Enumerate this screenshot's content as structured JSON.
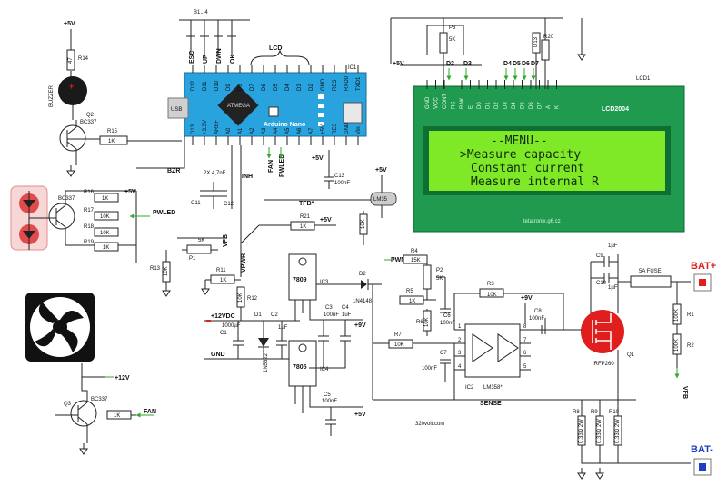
{
  "nano": {
    "title": "Arduino Nano",
    "ref": "IC1",
    "usb": "USB",
    "chip": "ATMEGA",
    "top_pins": [
      "D12",
      "D11",
      "D10",
      "D9",
      "D8",
      "D7",
      "D6",
      "D5",
      "D4",
      "D3",
      "D2",
      "GND",
      "RES",
      "RXD0",
      "TXD1"
    ],
    "bottom_pins": [
      "D13",
      "+3.3V",
      "AREF",
      "A0",
      "A1",
      "A2",
      "A3",
      "A4",
      "A5",
      "A6",
      "A7",
      "+5V",
      "RES",
      "GND",
      "Vin"
    ]
  },
  "buttons": {
    "ref": "B1...4",
    "esc": "ESC",
    "up": "UP",
    "dwn": "DWN",
    "ok": "OK"
  },
  "lcd_bus": {
    "label": "LCD"
  },
  "lcd": {
    "model": "LCD2004",
    "ref": "LCD1",
    "credit": "tetatronix.g6.cz",
    "lines": [
      "--MENU--",
      ">Measure capacity",
      "Constant current",
      "Measure internal R"
    ],
    "pins": [
      "GND",
      "VCC",
      "CONT",
      "RS",
      "R/W",
      "E",
      "D0",
      "D1",
      "D2",
      "D3",
      "D4",
      "D5",
      "D6",
      "D7",
      "A",
      "K"
    ],
    "data_labels": [
      "D2",
      "D3",
      "D4",
      "D5",
      "D6",
      "D7"
    ]
  },
  "rails": {
    "plus5v": "+5V",
    "plus9v": "+9V",
    "plus12v": "+12V"
  },
  "power": {
    "vin": "+12VDC",
    "gnd": "GND"
  },
  "nets": {
    "bzr": "BZR",
    "pwled": "PWLED",
    "fan": "FAN",
    "inh": "INH",
    "vfb": "VFB",
    "vpwr": "VPWR",
    "tfb": "TFB*",
    "pwm": "PWM",
    "sense": "SENSE"
  },
  "buzzer": {
    "label": "BUZZER",
    "plus": "+"
  },
  "battery": {
    "plus": "BAT+",
    "minus": "BAT-"
  },
  "credits": {
    "site": "320volt.com"
  },
  "parts": {
    "p3": {
      "ref": "P3",
      "value": "5K"
    },
    "d13": {
      "ref": "D13"
    },
    "r20": {
      "ref": "R20"
    },
    "r14": {
      "ref": "R14",
      "value": "47"
    },
    "r15": {
      "ref": "R15",
      "value": "1K"
    },
    "q2": {
      "ref": "Q2",
      "model": "BC337"
    },
    "q_led": {
      "model": "BC337"
    },
    "r16": {
      "ref": "R16",
      "value": "1K"
    },
    "r17": {
      "ref": "R17",
      "value": "10K"
    },
    "r18": {
      "ref": "R18",
      "value": "10K"
    },
    "r19": {
      "ref": "R19",
      "value": "1K"
    },
    "q3": {
      "ref": "Q3",
      "model": "BC337"
    },
    "r_fan": {
      "value": "1K"
    },
    "c11c12": {
      "label": "2X 4,7nF"
    },
    "c11": {
      "ref": "C11"
    },
    "c12": {
      "ref": "C12"
    },
    "p1": {
      "ref": "P1",
      "value": "5K"
    },
    "r13": {
      "ref": "R13",
      "value": "10K"
    },
    "r11": {
      "ref": "R11",
      "value": "1K"
    },
    "r12": {
      "ref": "R12",
      "value": "10K"
    },
    "c1": {
      "ref": "C1",
      "value": "1000µF"
    },
    "d1": {
      "ref": "D1",
      "model": "1N5822"
    },
    "c2": {
      "ref": "C2",
      "value": "1µF"
    },
    "ic3": {
      "ref": "IC3",
      "model": "7809"
    },
    "ic4": {
      "ref": "IC4",
      "model": "7805"
    },
    "c3": {
      "ref": "C3",
      "value": "100nF"
    },
    "c4": {
      "ref": "C4",
      "value": "1uF"
    },
    "c5": {
      "ref": "C5",
      "value": "100nF"
    },
    "lm35": {
      "model": "LM35"
    },
    "r_lm35": {
      "value": "10K"
    },
    "r21": {
      "ref": "R21",
      "value": "1K"
    },
    "c13": {
      "ref": "C13",
      "value": "100nF"
    },
    "d2": {
      "ref": "D2",
      "model": "1N4148"
    },
    "r4": {
      "ref": "R4",
      "value": "15K"
    },
    "p2": {
      "ref": "P2",
      "value": "5K"
    },
    "r5": {
      "ref": "R5",
      "value": "1K"
    },
    "r6": {
      "ref": "R6",
      "value": "10K"
    },
    "r7": {
      "ref": "R7",
      "value": "10K"
    },
    "c6": {
      "ref": "C6",
      "value": "100nF"
    },
    "c7": {
      "ref": "C7",
      "value": "100nF"
    },
    "c8": {
      "ref": "C8",
      "value": "100nF"
    },
    "r3": {
      "ref": "R3",
      "value": "10K"
    },
    "ic2": {
      "ref": "IC2",
      "model": "LM358*",
      "pins": [
        "1",
        "2",
        "3",
        "4",
        "5",
        "6",
        "7",
        "8"
      ]
    },
    "q1": {
      "ref": "Q1",
      "model": "IRFP260"
    },
    "c9": {
      "ref": "C9",
      "value": "1µF"
    },
    "c10": {
      "ref": "C10",
      "value": "1µF"
    },
    "fuse": {
      "label": "5A FUSE"
    },
    "r1": {
      "ref": "R1",
      "value": "100K"
    },
    "r2": {
      "ref": "R2",
      "value": "100K"
    },
    "r8": {
      "ref": "R8",
      "value": "0.33Ω 2W"
    },
    "r9": {
      "ref": "R9",
      "value": "0.33Ω 2W"
    },
    "r10": {
      "ref": "R10",
      "value": "0.33Ω 2W"
    }
  }
}
